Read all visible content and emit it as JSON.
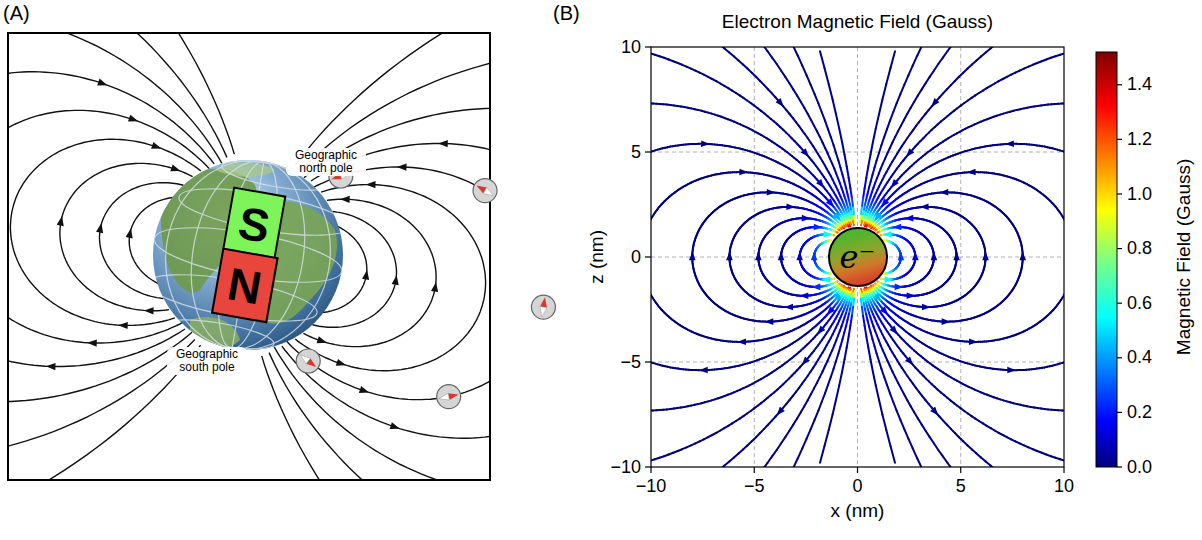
{
  "diagram": {
    "nodes": [
      {
        "text": [
          "S"
        ]
      },
      {
        "text": [
          "N"
        ]
      },
      {
        "text": [
          "e⁻"
        ]
      }
    ],
    "labels": [
      "(A)",
      "(B)",
      "Geographic north pole",
      "Geographic south pole",
      "Electron Magnetic Field (Gauss)",
      "x (nm)",
      "z (nm)",
      "Magnetic Field (Gauss)",
      "−10",
      "−5",
      "0",
      "5",
      "10",
      "−10",
      "−5",
      "0",
      "5",
      "10",
      "0.0",
      "0.2",
      "0.4",
      "0.6",
      "0.8",
      "1.0",
      "1.2",
      "1.4"
    ]
  }
}
